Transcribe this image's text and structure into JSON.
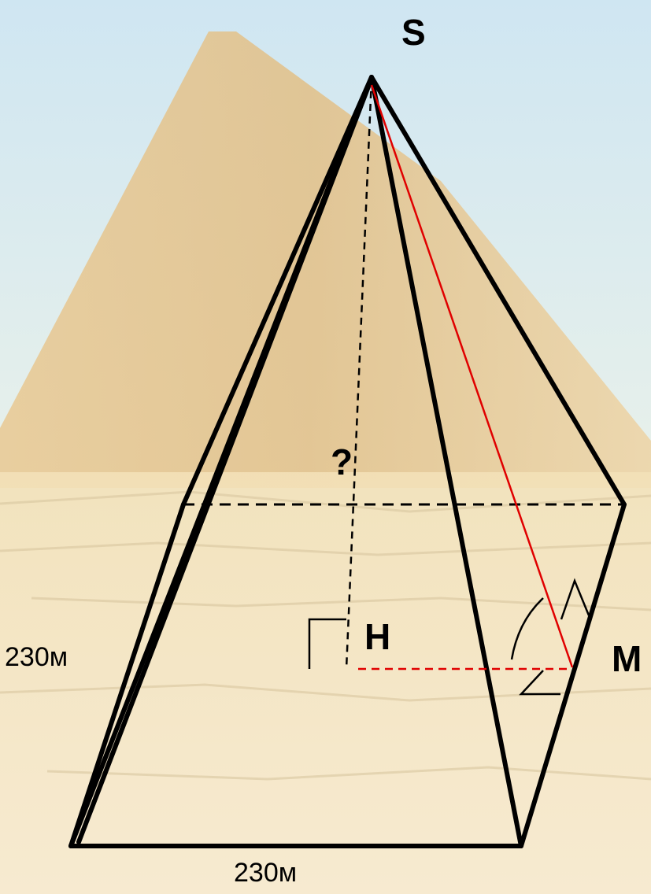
{
  "labels": {
    "apex": "S",
    "foot": "H",
    "midpoint": "M",
    "height_unknown": "?",
    "side_length_left": "230м",
    "side_length_bottom": "230м"
  },
  "colors": {
    "sky_top": "#cfe6f2",
    "sky_bottom": "#eef3e6",
    "sand": "#f1dfb4",
    "pyramid_photo": "#e6c58f",
    "edges": "#000000",
    "apothem": "#e00000"
  }
}
